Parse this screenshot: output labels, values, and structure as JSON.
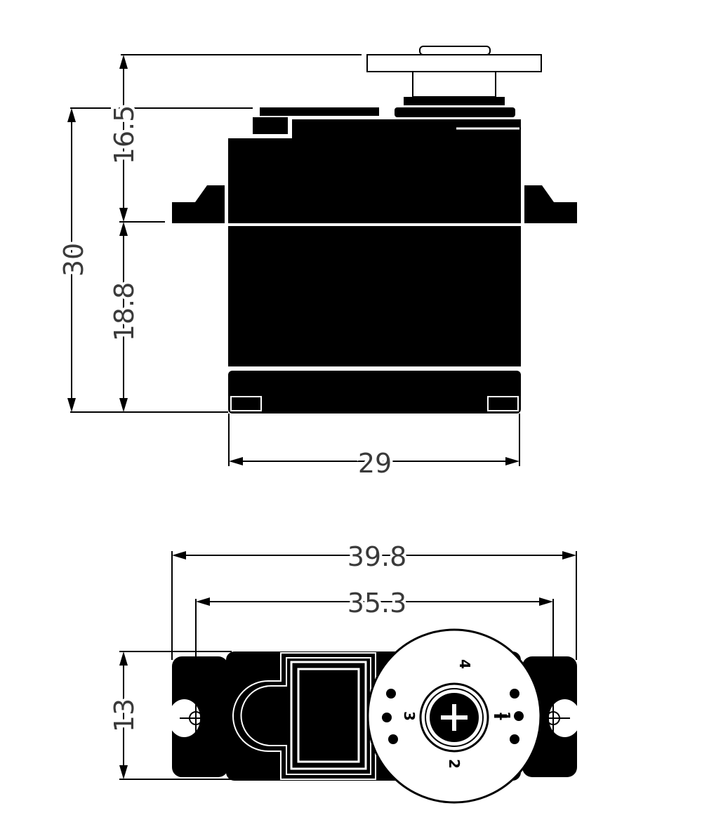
{
  "side_view": {
    "dim_total_height": "30",
    "dim_upper": "16.5",
    "dim_lower": "18.8",
    "dim_body_width": "29"
  },
  "top_view": {
    "dim_overall_length": "39.8",
    "dim_hole_spacing": "35.3",
    "dim_width": "13",
    "horn_marks": [
      "4",
      "3",
      "1",
      "2"
    ]
  },
  "colors": {
    "ink": "#000000",
    "paper": "#ffffff",
    "dimension_text": "#3a3a3a"
  }
}
